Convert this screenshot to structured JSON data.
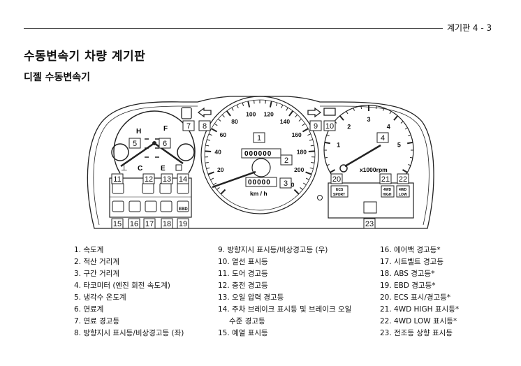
{
  "header": {
    "section": "계기판  4 - 3"
  },
  "title": "수동변속기 차량 계기판",
  "subtitle": "디젤 수동변속기",
  "figure": {
    "callouts": [
      "1",
      "2",
      "3",
      "4",
      "5",
      "6",
      "7",
      "8",
      "9",
      "10",
      "11",
      "12",
      "13",
      "14",
      "15",
      "16",
      "17",
      "18",
      "19",
      "20",
      "21",
      "22",
      "23"
    ],
    "speedometer": {
      "scale": [
        "20",
        "40",
        "60",
        "80",
        "100",
        "120",
        "140",
        "160",
        "180",
        "200",
        "220"
      ],
      "unit": "km / h",
      "odometer": "000000",
      "trip": "00000"
    },
    "tachometer": {
      "scale": [
        "1",
        "2",
        "3",
        "4",
        "5"
      ],
      "unit": "x1000rpm"
    },
    "temp_gauge": {
      "hot": "H",
      "cold": "C"
    },
    "fuel_gauge": {
      "full": "F",
      "empty": "E"
    },
    "indicators": {
      "ebd": "EBD",
      "ecs_top": "ECS",
      "ecs_bottom": "SPORT",
      "hi_top": "4WD",
      "hi_bottom": "HIGH",
      "lo_top": "4WD",
      "lo_bottom": "LOW"
    }
  },
  "legend": {
    "col1": [
      "1. 속도계",
      "2. 적산 거리계",
      "3. 구간 거리계",
      "4. 타코미터 (엔진 회전 속도계)",
      "5. 냉각수 온도계",
      "6. 연료계",
      "7. 연료 경고등",
      "8. 방향지시 표시등/비상경고등 (좌)"
    ],
    "col2": [
      "9. 방향지시 표시등/비상경고등 (우)",
      "10. 열선 표시등",
      "11. 도어 경고등",
      "12. 충전 경고등",
      "13. 오일 압력 경고등",
      "14. 주차 브레이크 표시등 및 브레이크 오일",
      "수준 경고등",
      "15. 예열 표시등"
    ],
    "col3": [
      "16. 에어백 경고등*",
      "17. 시트벨트 경고등",
      "18. ABS 경고등*",
      "19. EBD 경고등*",
      "20. ECS 표시/경고등*",
      "21. 4WD HIGH 표시등*",
      "22. 4WD LOW 표시등*",
      "23. 전조등 상향 표시등"
    ]
  }
}
